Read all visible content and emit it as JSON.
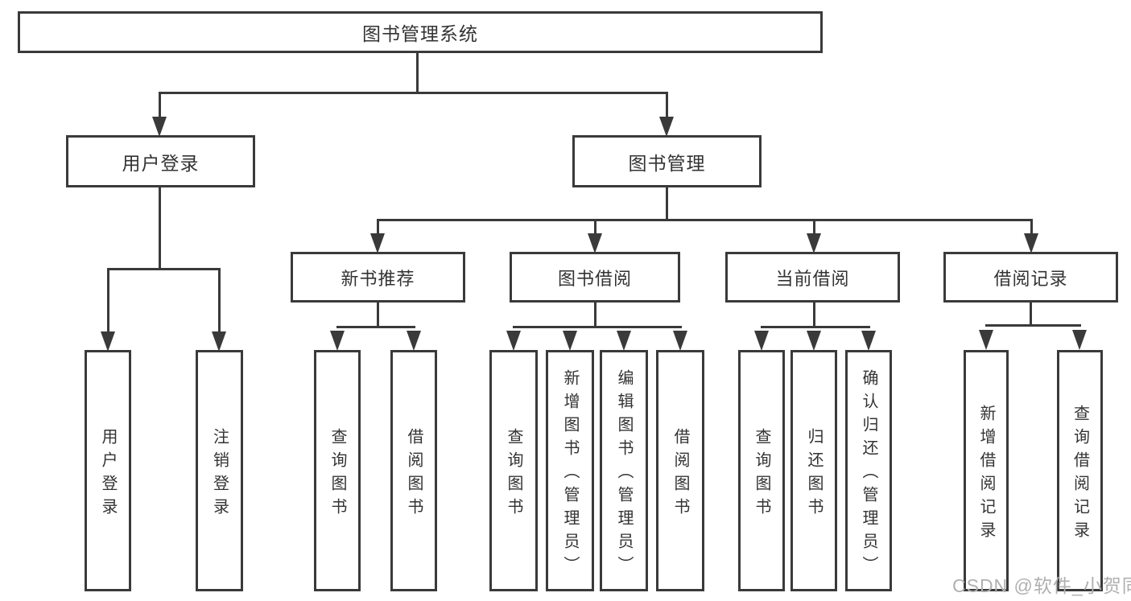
{
  "diagram": {
    "root": {
      "label": "图书管理系统"
    },
    "children": [
      {
        "label": "用户登录",
        "children": [
          {
            "label": "用户登录"
          },
          {
            "label": "注销登录"
          }
        ]
      },
      {
        "label": "图书管理",
        "children": [
          {
            "label": "新书推荐",
            "children": [
              {
                "label": "查询图书"
              },
              {
                "label": "借阅图书"
              }
            ]
          },
          {
            "label": "图书借阅",
            "children": [
              {
                "label": "查询图书"
              },
              {
                "label": "新增图书（管理员）"
              },
              {
                "label": "编辑图书（管理员）"
              },
              {
                "label": "借阅图书"
              }
            ]
          },
          {
            "label": "当前借阅",
            "children": [
              {
                "label": "查询图书"
              },
              {
                "label": "归还图书"
              },
              {
                "label": "确认归还（管理员）"
              }
            ]
          },
          {
            "label": "借阅记录",
            "children": [
              {
                "label": "新增借阅记录"
              },
              {
                "label": "查询借阅记录"
              }
            ]
          }
        ]
      }
    ]
  },
  "watermark": {
    "text": "CSDN @软件_小贺同学"
  },
  "colors": {
    "line": "#3a3a3a",
    "text": "#333333",
    "watermark": "#b0b0b0",
    "background": "#ffffff"
  }
}
